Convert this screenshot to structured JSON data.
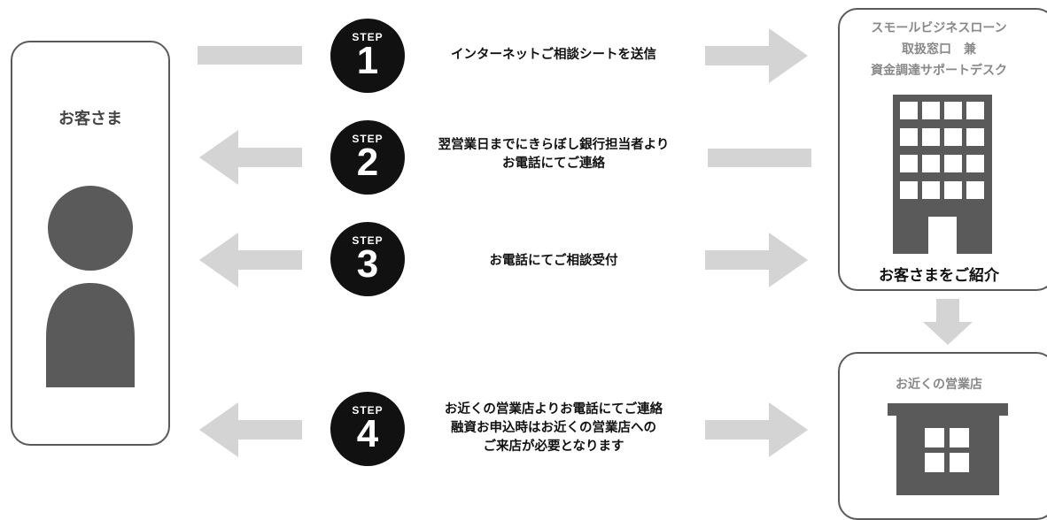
{
  "customer": {
    "label": "お客さま"
  },
  "support_desk": {
    "line1": "スモールビジネスローン",
    "line2": "取扱窓口　兼",
    "line3": "資金調達サポートデスク",
    "caption": "お客さまをご紹介"
  },
  "branch": {
    "label": "お近くの営業店"
  },
  "steps": [
    {
      "badge": "STEP",
      "number": "1",
      "lines": [
        "インターネットご相談シートを送信"
      ]
    },
    {
      "badge": "STEP",
      "number": "2",
      "lines": [
        "翌営業日までにきらぼし銀行担当者より",
        "お電話にてご連絡"
      ]
    },
    {
      "badge": "STEP",
      "number": "3",
      "lines": [
        "お電話にてご相談受付"
      ]
    },
    {
      "badge": "STEP",
      "number": "4",
      "lines": [
        "お近くの営業店よりお電話にてご連絡",
        "融資お申込時はお近くの営業店への",
        "ご来店が必要となります"
      ]
    }
  ],
  "colors": {
    "arrow": "#d4d4d4",
    "icon": "#5a5a5a",
    "badge": "#111111",
    "border": "#5a5a5a"
  }
}
